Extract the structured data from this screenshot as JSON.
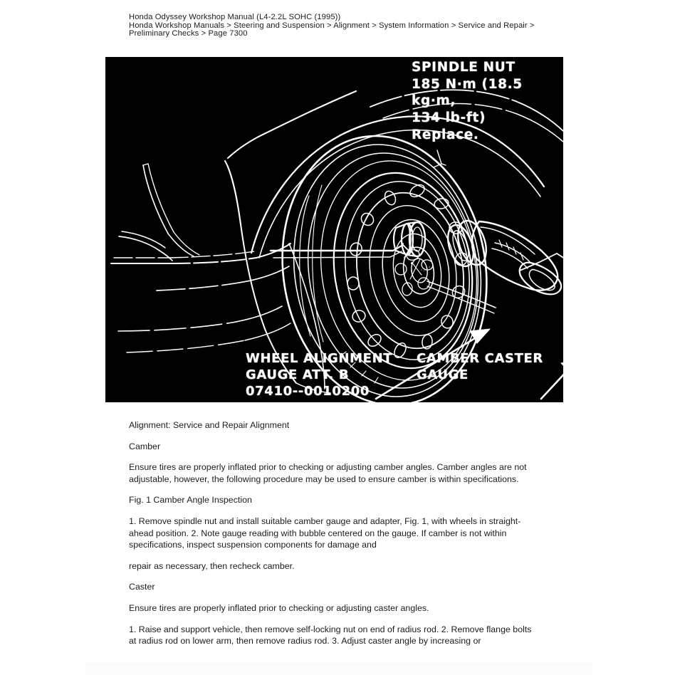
{
  "document": {
    "title": "Honda Odyssey Workshop Manual (L4-2.2L SOHC (1995))",
    "breadcrumb": "Honda Workshop Manuals > Steering and Suspension > Alignment > System Information > Service and Repair > Preliminary Checks > Page 7300"
  },
  "figure": {
    "alt": "Line drawing of front wheel with camber caster gauge and wheel alignment gauge attachment",
    "background_color": "#000000",
    "line_color": "#ffffff",
    "labels": {
      "spindle_nut": [
        "SPINDLE NUT",
        "185 N·m (18.5 kg·m,",
        "134 lb-ft)",
        "Replace."
      ],
      "wheel_alignment_gauge": [
        "WHEEL ALIGNMENT",
        "GAUGE ATT. B",
        "07410--0010200"
      ],
      "camber_caster_gauge": [
        "CAMBER CASTER",
        "GAUGE"
      ]
    }
  },
  "body": {
    "paragraphs": [
      "Alignment: Service and Repair Alignment",
      "Camber",
      "Ensure tires are properly inflated prior to checking or adjusting camber angles. Camber angles are not adjustable, however, the following procedure may be used to ensure camber is within specifications.",
      "Fig. 1 Camber Angle Inspection",
      "1. Remove spindle nut and install suitable camber gauge and adapter, Fig. 1, with wheels in straight-ahead position. 2. Note gauge reading with bubble centered on the gauge. If camber is not within specifications, inspect suspension components for damage and",
      "repair as necessary, then recheck camber.",
      "Caster",
      "Ensure tires are properly inflated prior to checking or adjusting caster angles.",
      "1. Raise and support vehicle, then remove self-locking nut on end of radius rod. 2. Remove flange bolts at radius rod on lower arm, then remove radius rod. 3. Adjust caster angle by increasing or"
    ]
  }
}
